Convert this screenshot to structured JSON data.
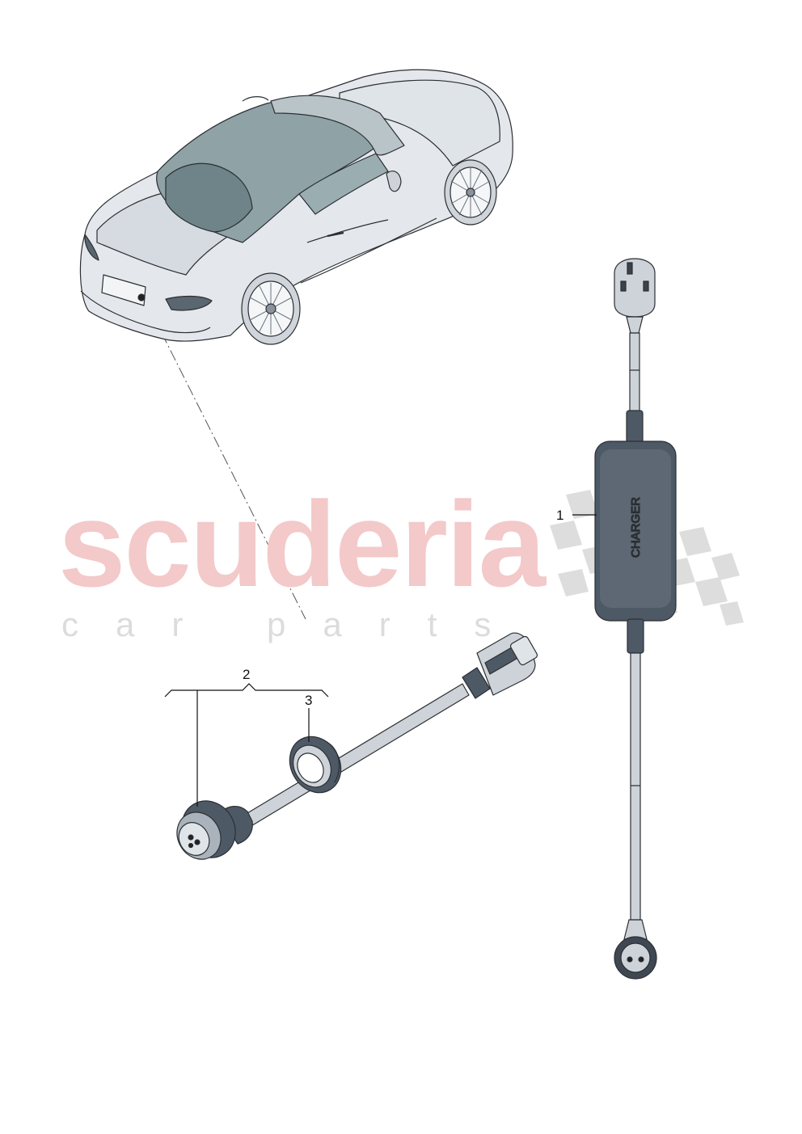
{
  "watermark": {
    "brand": "scuderia",
    "tagline": "car parts"
  },
  "callouts": [
    {
      "id": "1",
      "label": "1"
    },
    {
      "id": "2",
      "label": "2"
    },
    {
      "id": "3",
      "label": "3"
    }
  ],
  "charger": {
    "label": "CHARGER"
  },
  "colors": {
    "watermark_red": "#f3c9c9",
    "watermark_grey": "#dcdcdc",
    "part_fill": "#cdd3d9",
    "part_dark": "#4e5966",
    "glass": "#8fa2a6",
    "outline": "#2b2f33"
  }
}
